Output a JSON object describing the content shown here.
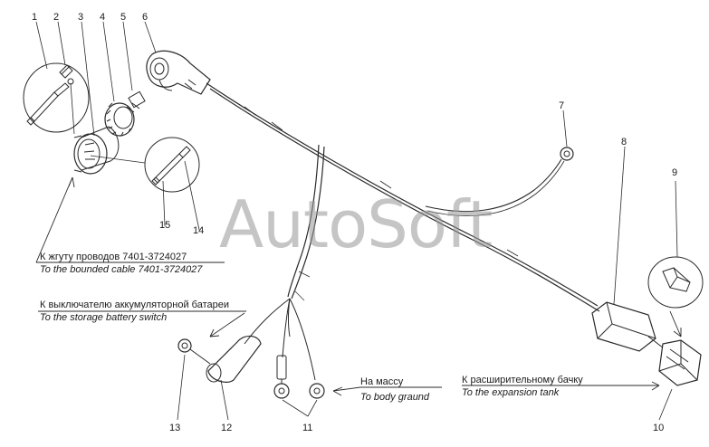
{
  "part_numbers": {
    "n1": "1",
    "n2": "2",
    "n3": "3",
    "n4": "4",
    "n5": "5",
    "n6": "6",
    "n7": "7",
    "n8": "8",
    "n9": "9",
    "n10": "10",
    "n11": "11",
    "n12": "12",
    "n13": "13",
    "n14": "14",
    "n15": "15"
  },
  "captions": {
    "bounded_cable_ru": "К жгуту проводов 7401-3724027",
    "bounded_cable_en": "To the bounded cable 7401-3724027",
    "battery_switch_ru": "К выключателю аккумуляторной батареи",
    "battery_switch_en": "To the storage battery switch",
    "body_ground_ru": "На массу",
    "body_ground_en": "To body graund",
    "expansion_tank_ru": "К расширительному бачку",
    "expansion_tank_en": "To the expansion tank"
  },
  "watermark": "AutoSoft",
  "colors": {
    "line": "#2a2a2a",
    "watermark": "#969696"
  }
}
